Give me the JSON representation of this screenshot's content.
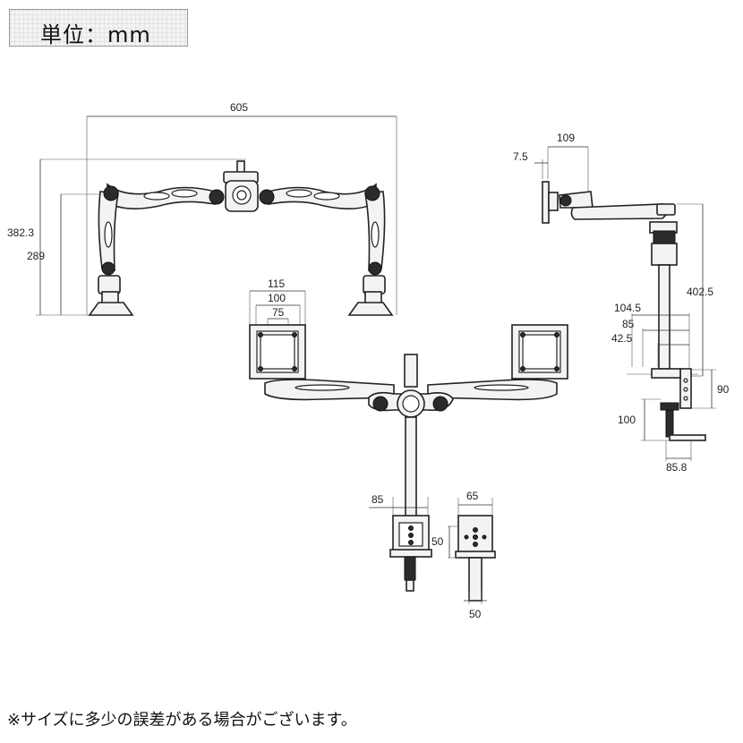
{
  "unit_label": "単位：mm",
  "footnote": "※サイズに多少の誤差がある場合がございます。",
  "dimensions": {
    "front_width": "605",
    "front_height_total": "382.3",
    "front_height_arm": "289",
    "vesa_115": "115",
    "vesa_100": "100",
    "vesa_75": "75",
    "side_reach": "109",
    "side_tilt": "7.5",
    "pole_height": "402.5",
    "clamp_104_5": "104.5",
    "clamp_85": "85",
    "clamp_42_5": "42.5",
    "clamp_90": "90",
    "clamp_100": "100",
    "clamp_85_8": "85.8",
    "base_85": "85",
    "base_65": "65",
    "base_50_side": "50",
    "base_50_bottom": "50"
  }
}
